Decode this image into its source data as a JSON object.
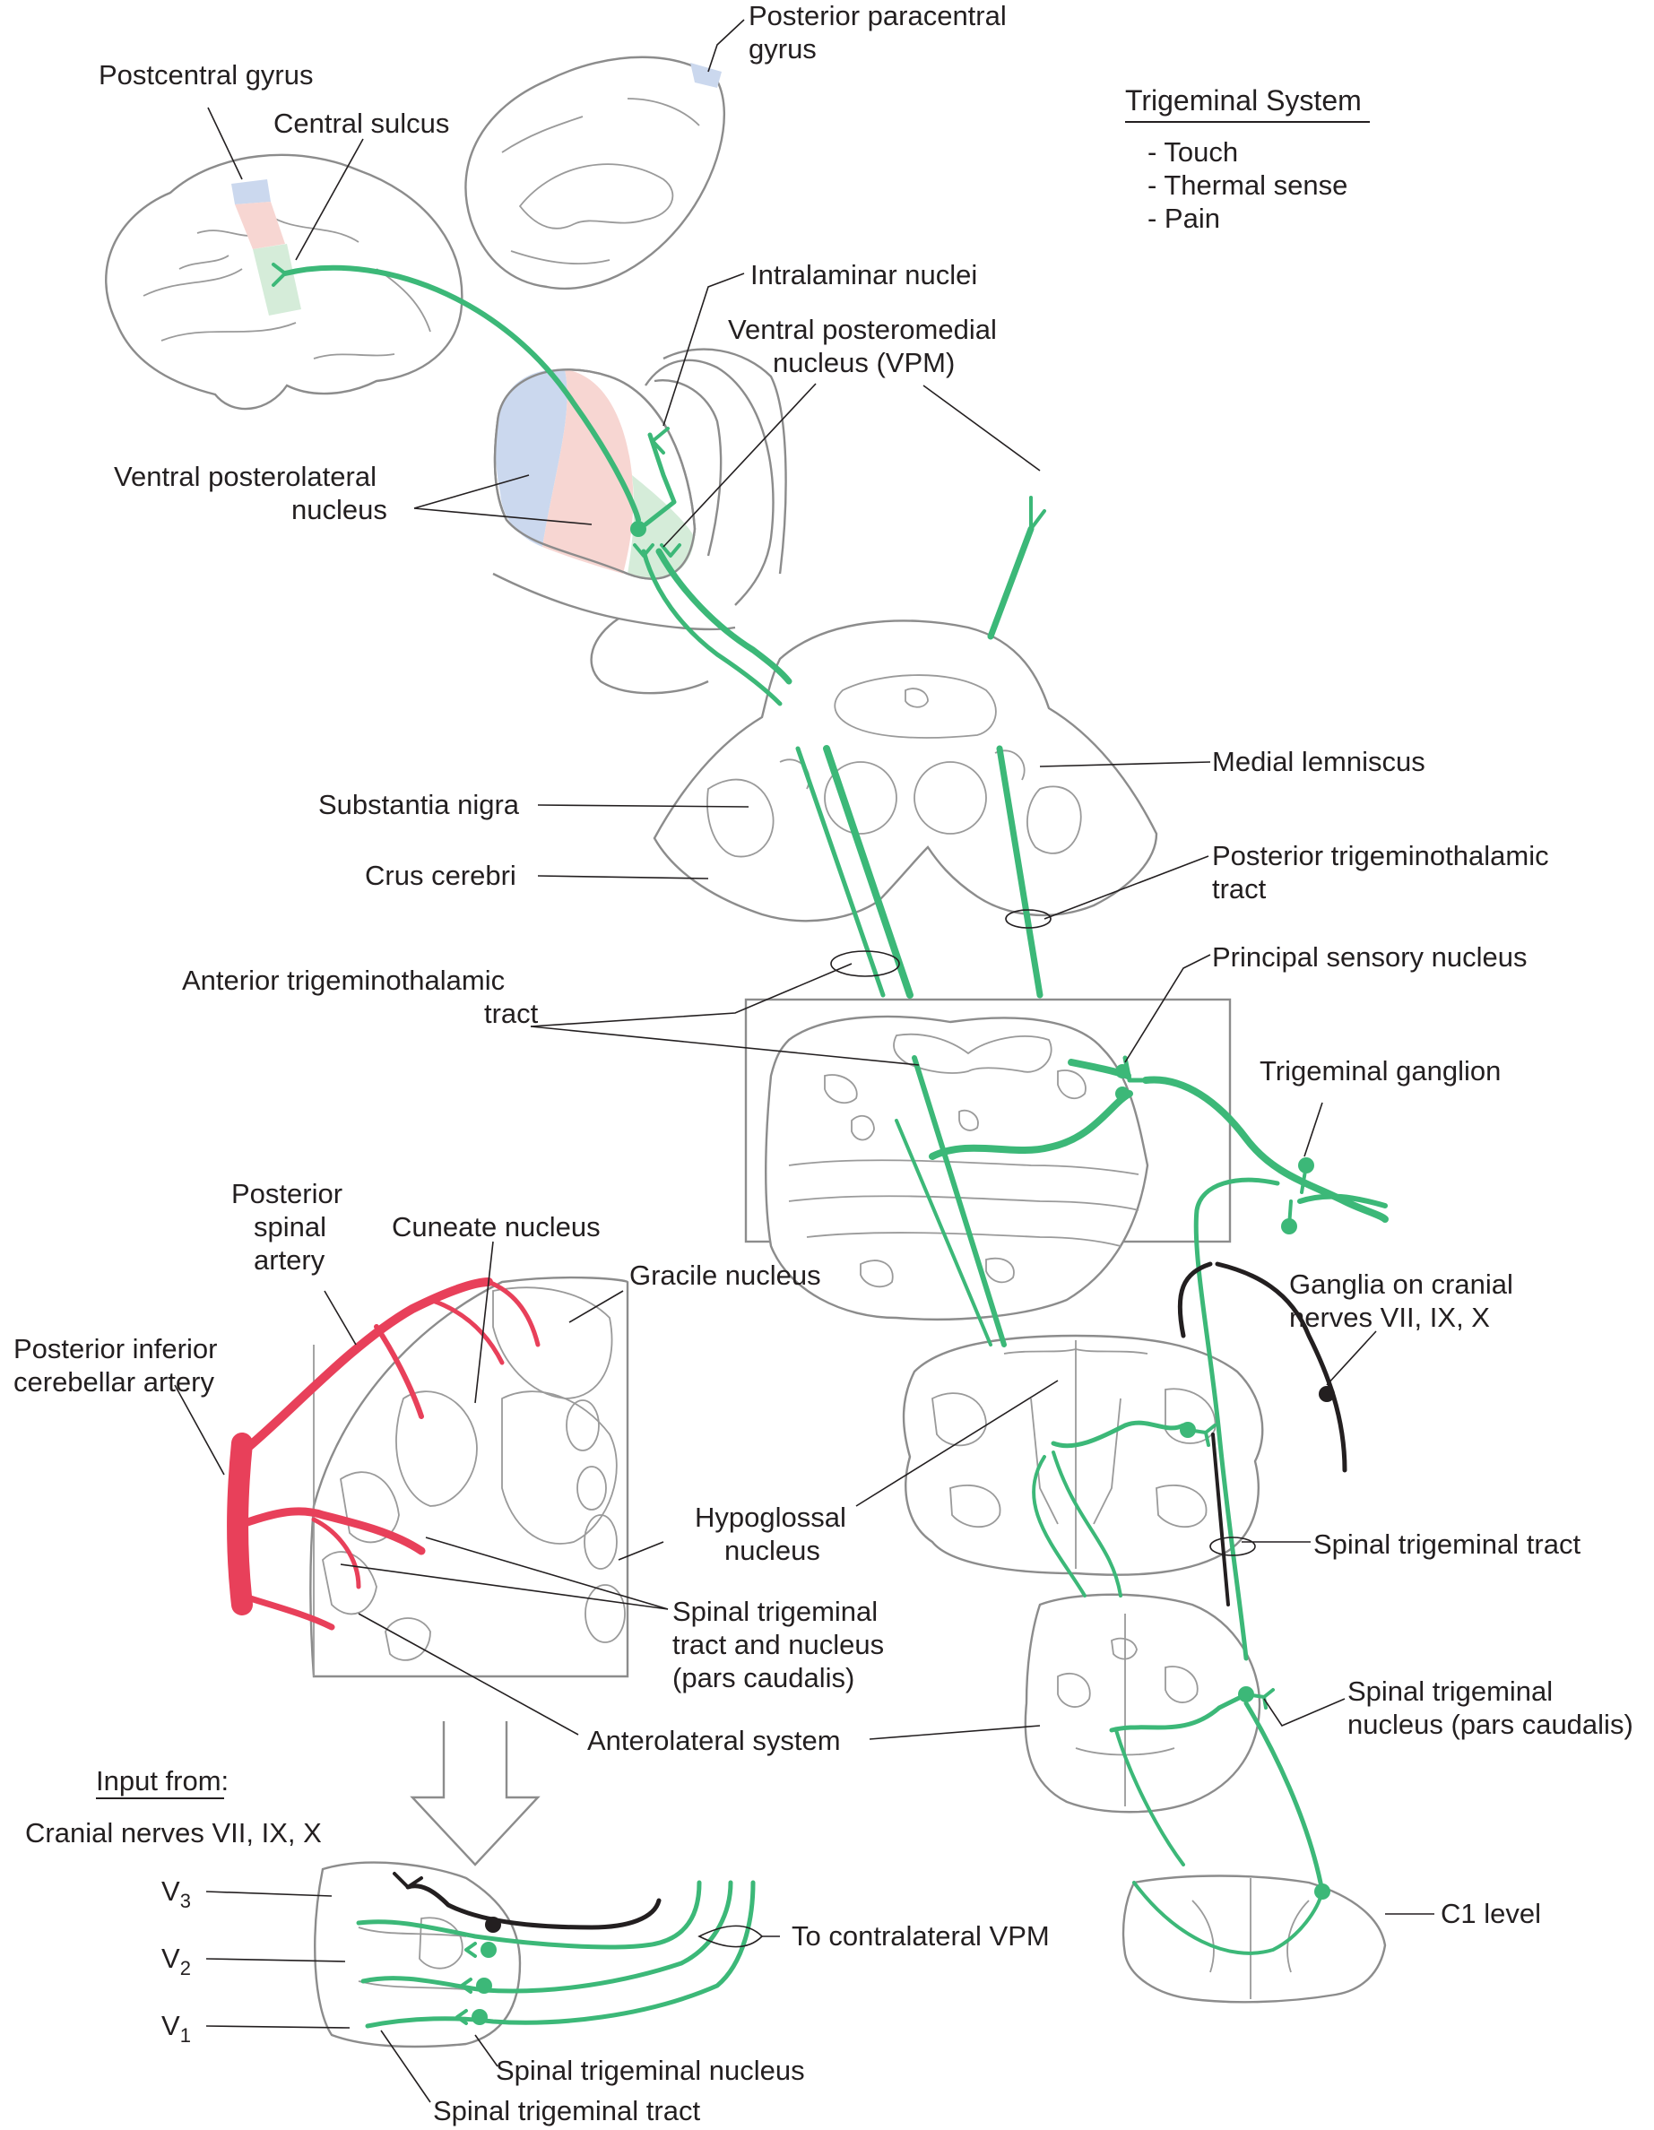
{
  "colors": {
    "tract": "#3cb878",
    "artery": "#e8405a",
    "black_fiber": "#231f20",
    "somatosensory_blue": "#cbd8ee",
    "somatosensory_pink": "#f7d6d2",
    "somatosensory_green": "#d5ecd9",
    "outline": "#8c8c8c"
  },
  "legend": {
    "title": "Trigeminal System",
    "items": [
      "- Touch",
      "- Thermal sense",
      "- Pain"
    ]
  },
  "labels": {
    "posterior_paracentral_gyrus": [
      "Posterior paracentral",
      "gyrus"
    ],
    "postcentral_gyrus": "Postcentral gyrus",
    "central_sulcus": "Central sulcus",
    "intralaminar_nuclei": "Intralaminar nuclei",
    "vpm": [
      "Ventral posteromedial",
      "nucleus (VPM)"
    ],
    "vpl": [
      "Ventral posterolateral",
      "nucleus"
    ],
    "medial_lemniscus": "Medial lemniscus",
    "substantia_nigra": "Substantia nigra",
    "crus_cerebri": "Crus cerebri",
    "posterior_trigeminothalamic_tract": [
      "Posterior trigeminothalamic",
      "tract"
    ],
    "anterior_trigeminothalamic_tract": [
      "Anterior trigeminothalamic",
      "tract"
    ],
    "principal_sensory_nucleus": "Principal sensory nucleus",
    "trigeminal_ganglion": "Trigeminal ganglion",
    "posterior_spinal_artery": [
      "Posterior",
      "spinal",
      "artery"
    ],
    "cuneate_nucleus": "Cuneate nucleus",
    "gracile_nucleus": "Gracile nucleus",
    "posterior_inferior_cerebellar_artery": [
      "Posterior inferior",
      "cerebellar artery"
    ],
    "ganglia_cranial_nerves": [
      "Ganglia on cranial",
      "nerves VII, IX, X"
    ],
    "hypoglossal_nucleus": [
      "Hypoglossal",
      "nucleus"
    ],
    "spinal_trigeminal_tract_right": "Spinal trigeminal tract",
    "spinal_trigeminal_tract_and_nucleus": [
      "Spinal trigeminal",
      "tract and nucleus",
      "(pars caudalis)"
    ],
    "spinal_trigeminal_nucleus_pars_caudalis": [
      "Spinal trigeminal",
      "nucleus (pars caudalis)"
    ],
    "anterolateral_system": "Anterolateral system",
    "c1_level": "C1 level",
    "input_from": "Input from:",
    "cranial_nerves_input": "Cranial nerves VII, IX, X",
    "v3": "V",
    "v3_sub": "3",
    "v2": "V",
    "v2_sub": "2",
    "v1": "V",
    "v1_sub": "1",
    "to_contralateral_vpm": "To contralateral VPM",
    "spinal_trigeminal_nucleus_bottom": "Spinal trigeminal nucleus",
    "spinal_trigeminal_tract_bottom": "Spinal trigeminal tract"
  }
}
